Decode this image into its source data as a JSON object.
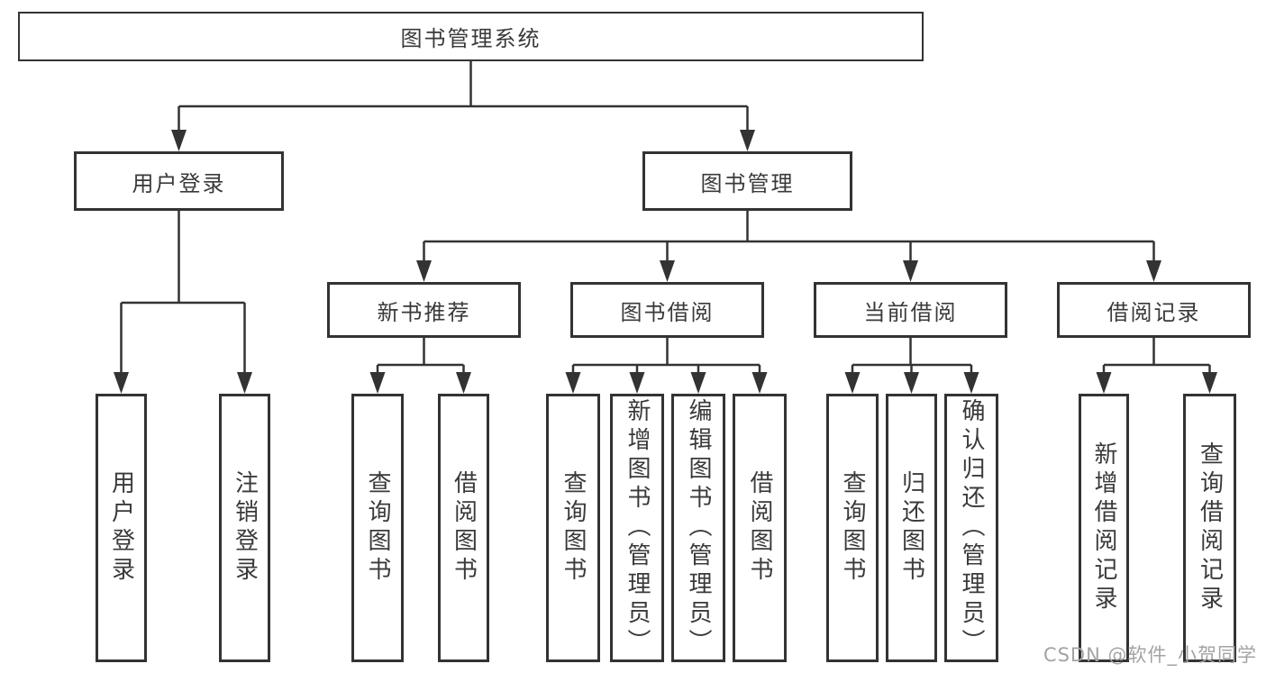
{
  "diagram_title": "图书管理系统",
  "watermark": "CSDN @软件_小贺同学",
  "colors": {
    "line": "#333333",
    "text": "#3a3a3a",
    "watermark": "#a3a3a3",
    "background": "#ffffff"
  },
  "nodes": {
    "root": "图书管理系统",
    "user_login": "用户登录",
    "book_mgmt": "图书管理",
    "user_login_children": [
      "用户登录",
      "注销登录"
    ],
    "new_book_rec": "新书推荐",
    "book_borrow": "图书借阅",
    "current_borrow": "当前借阅",
    "borrow_record": "借阅记录",
    "new_book_rec_children": [
      "查询图书",
      "借阅图书"
    ],
    "book_borrow_children": [
      "查询图书",
      "新增图书（管理员）",
      "编辑图书（管理员）",
      "借阅图书"
    ],
    "current_borrow_children": [
      "查询图书",
      "归还图书",
      "确认归还（管理员）"
    ],
    "borrow_record_children": [
      "新增借阅记录",
      "查询借阅记录"
    ]
  }
}
